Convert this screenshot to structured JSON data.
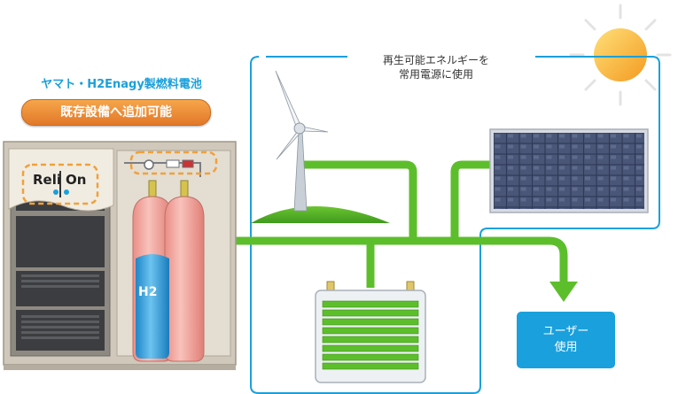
{
  "header": {
    "brand": "ヤマト・H2Enagy製燃料電池",
    "badge": "既存設備へ追加可能"
  },
  "cabinet": {
    "logo_left": "Reli",
    "logo_right": "On",
    "tank_label": "H2"
  },
  "renewable": {
    "line1": "再生可能エネルギーを",
    "line2": "常用電源に使用"
  },
  "user": {
    "line1": "ユーザー",
    "line2": "使用"
  },
  "colors": {
    "line_green": "#5dbe2c",
    "frame_blue": "#1aa0dc",
    "user_box": "#1aa0dc",
    "badge_orange": "#ee8a32",
    "tank_pink": "#f0a19a",
    "tank_water": "#3aa6e0"
  },
  "icons": [
    "sun-icon",
    "wind-turbine-icon",
    "solar-panel-icon",
    "battery-icon",
    "hydrogen-tank-icon",
    "arrow-down-icon"
  ]
}
